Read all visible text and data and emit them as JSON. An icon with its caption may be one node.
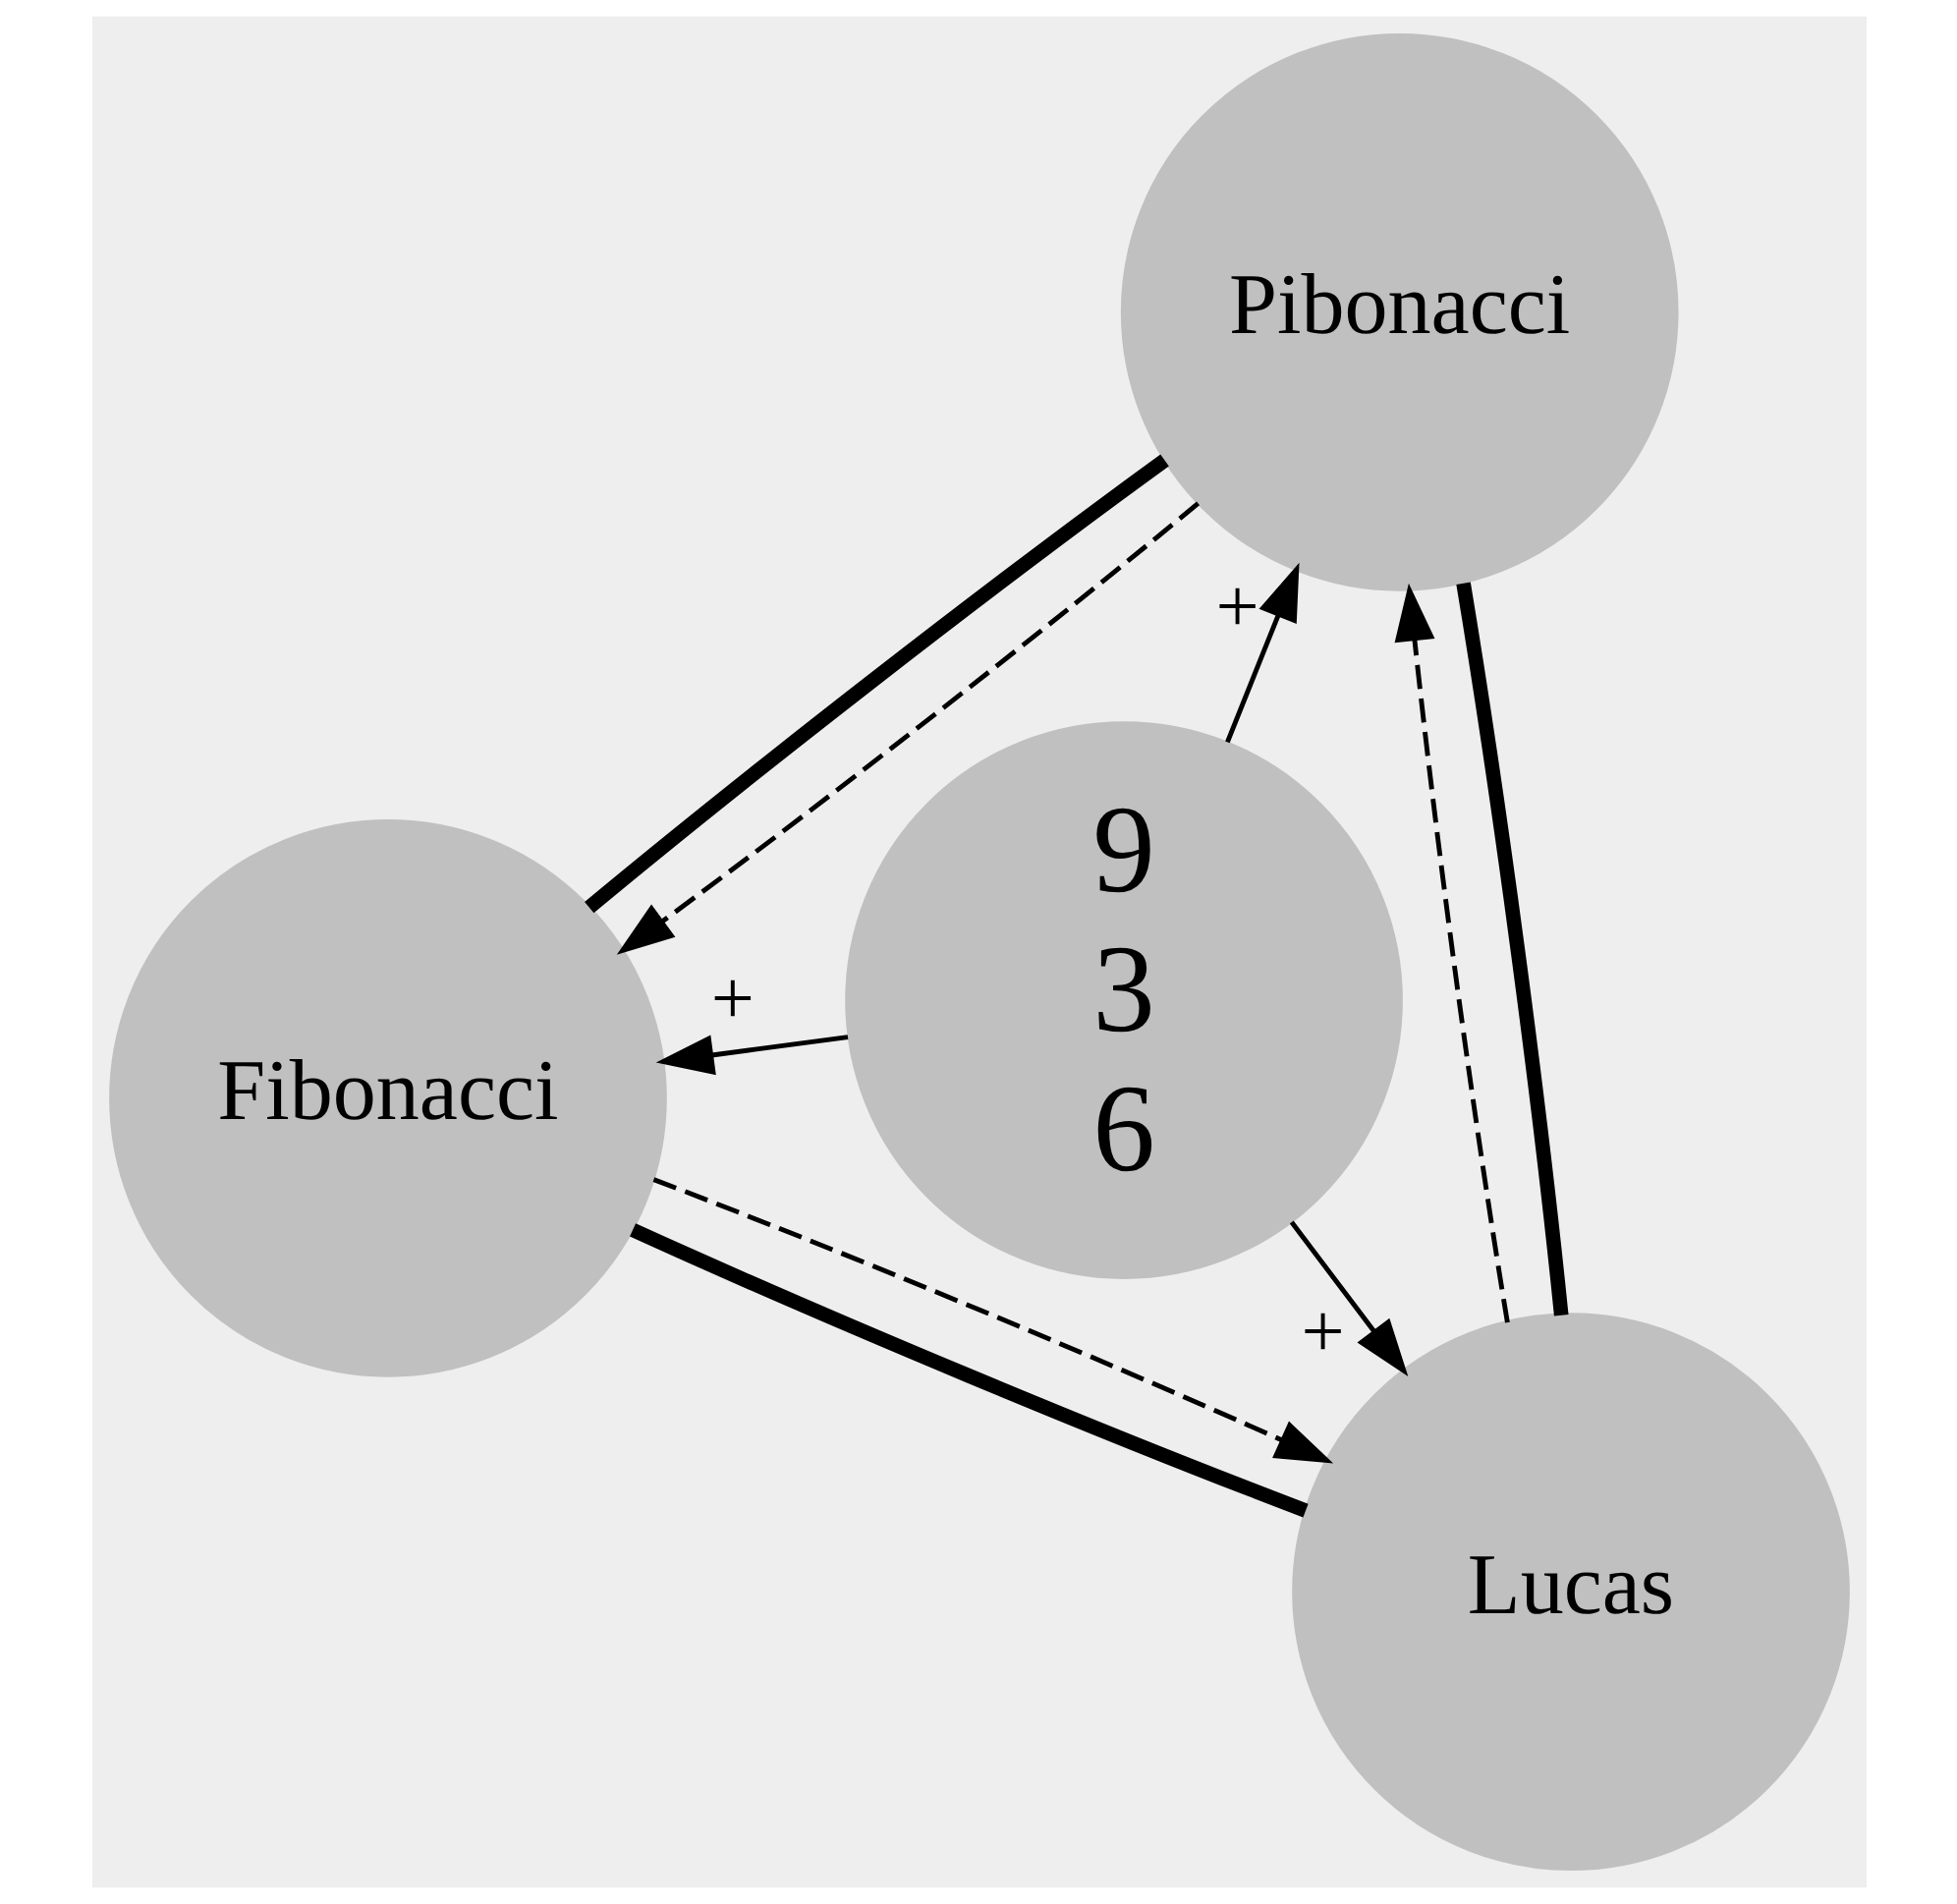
{
  "diagram": {
    "nodes": [
      {
        "text": [
          "Fibonacci"
        ]
      },
      {
        "text": [
          "9",
          "3",
          "6"
        ]
      },
      {
        "text": [
          "Lucas"
        ]
      },
      {
        "text": [
          "Pibonacci"
        ]
      }
    ],
    "edges": [
      {
        "from": 1,
        "to": 0,
        "arrow": "to",
        "label": "+"
      },
      {
        "from": 1,
        "to": 2,
        "arrow": "to",
        "label": "+"
      },
      {
        "from": 1,
        "to": 3,
        "arrow": "to",
        "label": "+"
      },
      {
        "from": 0,
        "to": 2,
        "arrow": "to",
        "style": "dashed"
      },
      {
        "from": 2,
        "to": 3,
        "arrow": "to",
        "style": "dashed"
      },
      {
        "from": 3,
        "to": 0,
        "arrow": "to",
        "style": "dashed"
      },
      {
        "from": 0,
        "to": 2,
        "arrow": "none",
        "style": "thick"
      },
      {
        "from": 2,
        "to": 3,
        "arrow": "none",
        "style": "thick"
      },
      {
        "from": 3,
        "to": 0,
        "arrow": "none",
        "style": "thick"
      }
    ]
  }
}
